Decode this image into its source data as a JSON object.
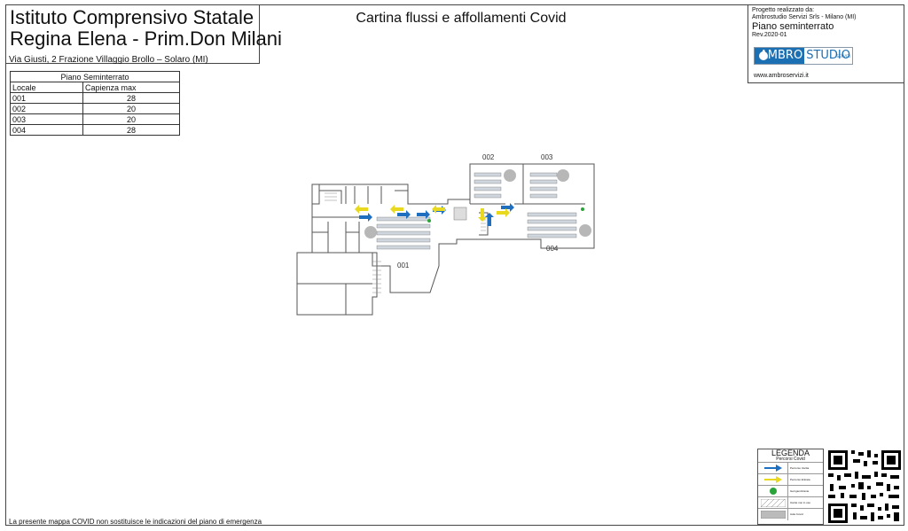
{
  "header": {
    "institute_line1": "Istituto Comprensivo Statale",
    "institute_line2": "Regina Elena - Prim.Don Milani",
    "address": "Via Giusti, 2 Frazione Villaggio Brollo – Solaro (MI)",
    "title": "Cartina flussi e affollamenti Covid"
  },
  "project": {
    "line1": "Progetto realizzato da:",
    "line2": "Ambrostudio Servizi Srls - Milano (MI)",
    "floor": "Piano seminterrato",
    "rev": "Rev.2020-01",
    "logo_a": "AMBRO",
    "logo_b": "STUDIO",
    "logo_sub": "SERVIZI",
    "url": "www.ambroservizi.it"
  },
  "capacity_table": {
    "title": "Piano Seminterrato",
    "col_room": "Locale",
    "col_cap": "Capienza max",
    "rows": [
      {
        "room": "001",
        "cap": "28"
      },
      {
        "room": "002",
        "cap": "20"
      },
      {
        "room": "003",
        "cap": "20"
      },
      {
        "room": "004",
        "cap": "28"
      }
    ]
  },
  "plan_labels": {
    "r001": "001",
    "r002": "002",
    "r003": "003",
    "r004": "004"
  },
  "legend": {
    "title": "LEGENDA",
    "subtitle": "Percorsi Covid",
    "items": [
      "Percorso Uscita",
      "Percorso Entrata",
      "Gel igienizzante",
      "Uscite non in uso",
      "Aula Covid"
    ]
  },
  "colors": {
    "exit_arrow": "#1f6fc1",
    "entry_arrow": "#e8d81e",
    "gel": "#2aa43a",
    "brand": "#1b6fb3"
  },
  "footer": {
    "disclaimer": "La presente mappa COVID non sostituisce le indicazioni del piano di emergenza"
  }
}
